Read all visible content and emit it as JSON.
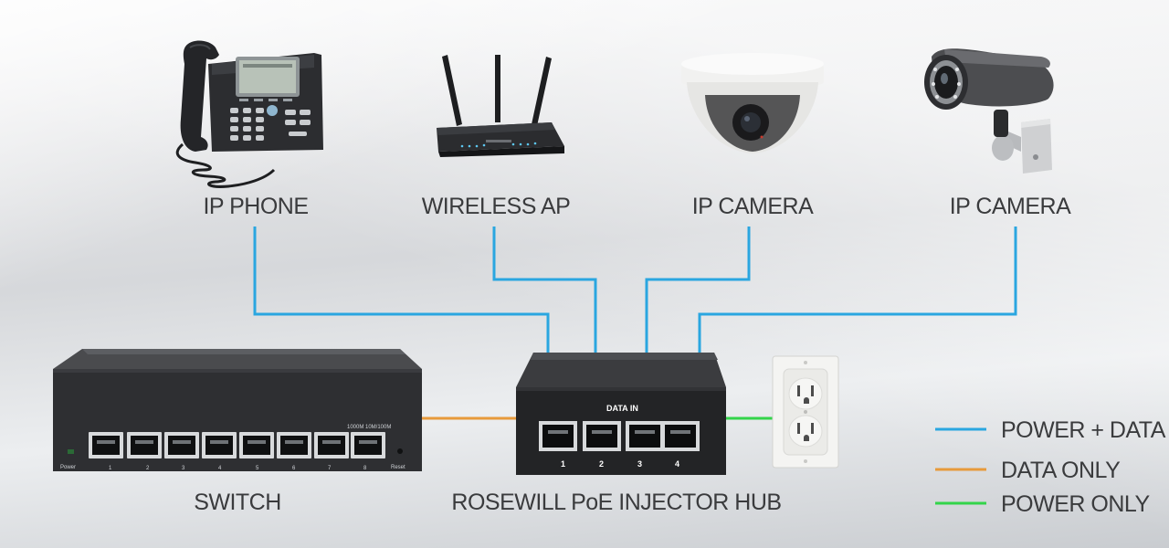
{
  "devices": {
    "ip_phone": {
      "label": "IP PHONE"
    },
    "wireless_ap": {
      "label": "WIRELESS AP"
    },
    "ip_camera_dome": {
      "label": "IP CAMERA"
    },
    "ip_camera_bullet": {
      "label": "IP CAMERA"
    },
    "switch": {
      "label": "SWITCH",
      "power_text": "Power",
      "reset_text": "Reset",
      "port_numbers": [
        "1",
        "2",
        "3",
        "4",
        "5",
        "6",
        "7",
        "8"
      ],
      "speed_1000": "1000M",
      "speed_10100": "10M/100M"
    },
    "injector": {
      "label": "ROSEWILL PoE INJECTOR HUB",
      "data_in": "DATA IN",
      "port_numbers": [
        "1",
        "2",
        "3",
        "4"
      ]
    }
  },
  "legend": {
    "items": [
      {
        "label": "POWER + DATA",
        "color": "#2aa6e0"
      },
      {
        "label": "DATA ONLY",
        "color": "#e79a3b"
      },
      {
        "label": "POWER ONLY",
        "color": "#33d44a"
      }
    ]
  },
  "colors": {
    "power_data": "#2aa6e0",
    "data_only": "#e79a3b",
    "power_only": "#33d44a",
    "device_dark": "#2a2b2d"
  }
}
